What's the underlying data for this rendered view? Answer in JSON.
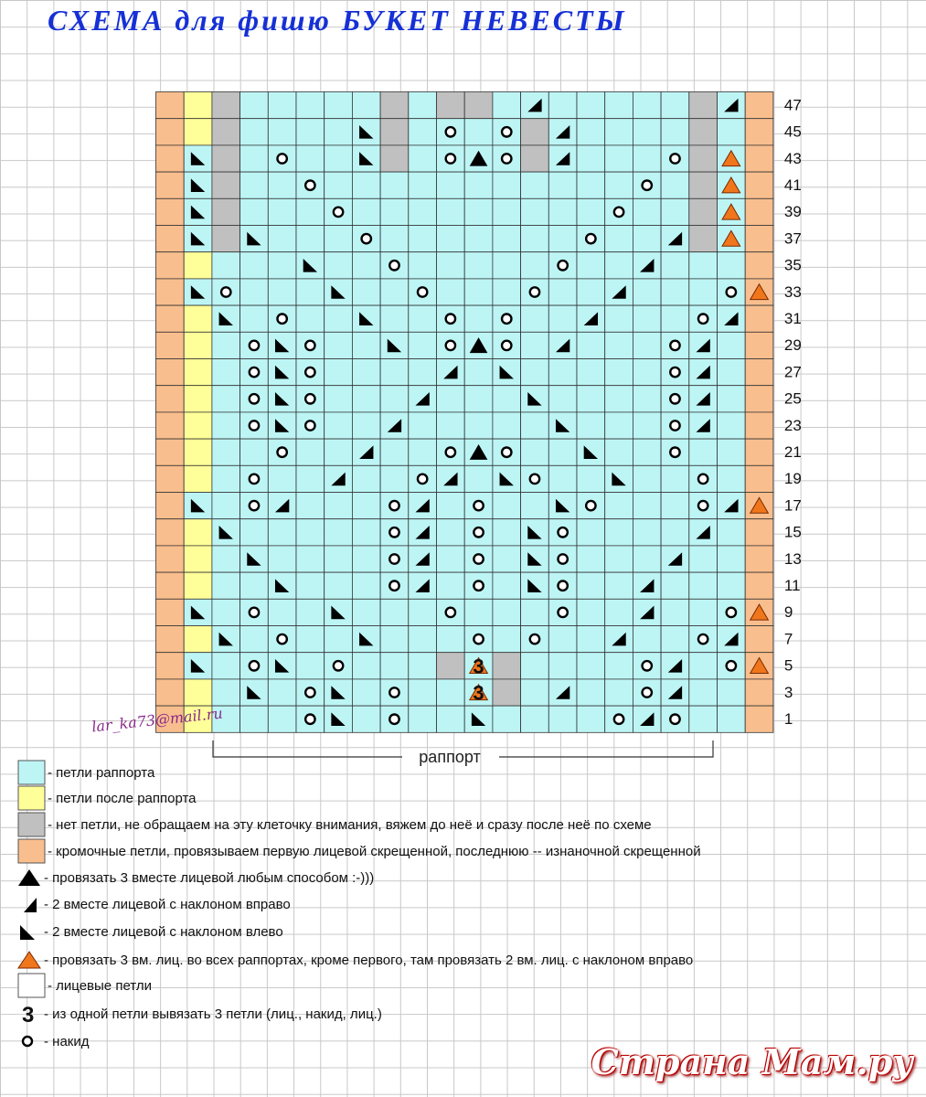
{
  "title": "СХЕМА  для  фишю  БУКЕТ  НЕВЕСТЫ",
  "rapport_label": "раппорт",
  "email": "lar_ka73@mail.ru",
  "watermark": "Страна Мам.ру",
  "row_numbers": [
    "47",
    "45",
    "43",
    "41",
    "39",
    "37",
    "35",
    "33",
    "31",
    "29",
    "27",
    "25",
    "23",
    "21",
    "19",
    "17",
    "15",
    "13",
    "11",
    "9",
    "7",
    "5",
    "3",
    "1"
  ],
  "colors": {
    "rapport": "#bdf5f5",
    "after": "#ffff99",
    "none": "#c0c0c0",
    "edge": "#f9be8e",
    "knit": "#ffffff",
    "orange": "#f0761c",
    "black": "#000000"
  },
  "chart_grid": [
    "EYGKKKKKGKGGKRKKKKKGRE",
    "EYGKKKKLGKOKOGRKKKKGKE",
    "ELGKOKKLGKOCOGRKKKOGTE",
    "ELGKKOKKKKKKKKKKKOKGTE",
    "ELGKKKOKKKKKKKKKOKKGTE",
    "ELGLKKKOKKKKKKKOKKRGTE",
    "EYKKKLKKOKKKKKOKKRKKKE",
    "ELOKKKLKKOKKKOKKRKKKOT",
    "EYLKOKKLKKOKOKKRKKKORE",
    "EYKOLOKKLKOCOKRKKKORKE",
    "EYKOLOKKKKRKLKKKKKORKE",
    "EYKOLOKKKRKKKLKKKKORKE",
    "EYKOLOKKRKKKKKLKKKORKE",
    "EYKKOKKRKKOCOKKLKKOKKE",
    "EYKOKKRKKORKLOKKLKKOKE",
    "ELKORKKKORKOKKLOKKKORT",
    "EYLKKKKKORKOKLOKKKKRKE",
    "EYKLKKKKORKOKLOKKKRKKE",
    "EYKKLKKKORKOKLOKKRKKKE",
    "ELKOKKLKKKOKKKOKKRKKOT",
    "EYLKOKKLKKKOKOKKRKKORE",
    "ELKOLKOKKKGTGKKKKORKOT",
    "EYKLKOLKOKKTGKRKKORKKE",
    "EYKKKOLKOKKLKKKKOROKKE"
  ],
  "legend": [
    {
      "symbol": "rapport",
      "text": "- петли  раппорта"
    },
    {
      "symbol": "after",
      "text": "- петли  после  раппорта"
    },
    {
      "symbol": "none",
      "text": "- нет петли, не обращаем на эту клеточку внимания, вяжем до неё и сразу после неё по схеме"
    },
    {
      "symbol": "edge",
      "text": "- кромочные петли, провязываем первую лицевой скрещенной, последнюю -- изнаночной скрещенной"
    },
    {
      "symbol": "k3tog",
      "text": "- провязать 3 вместе лицевой любым способом  :-)))"
    },
    {
      "symbol": "k2tog-right",
      "text": "- 2 вместе лицевой с наклоном вправо"
    },
    {
      "symbol": "k2tog-left",
      "text": " - 2 вместе лицевой с наклоном влево"
    },
    {
      "symbol": "k3tog-orange",
      "text": "- провязать 3 вм. лиц. во всех раппортах, кроме первого, там провязать 2 вм. лиц. с наклоном вправо"
    },
    {
      "symbol": "knit",
      "text": "- лицевые  петли"
    },
    {
      "symbol": "three",
      "text": " - из одной петли вывязать  3 петли (лиц., накид, лиц.)"
    },
    {
      "symbol": "yo",
      "text": " - накид"
    }
  ],
  "three_label": "3"
}
